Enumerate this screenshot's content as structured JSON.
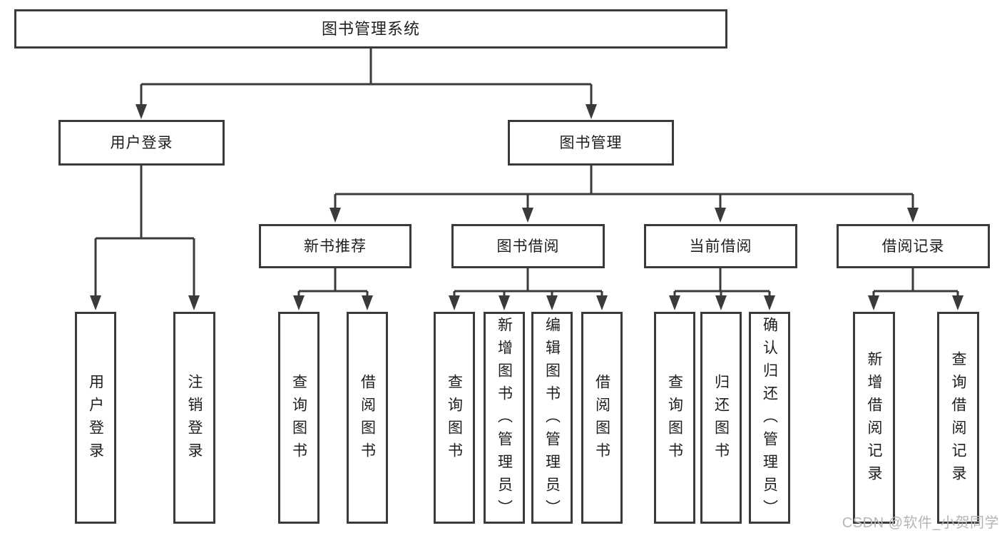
{
  "diagram": {
    "root": {
      "label": "图书管理系统"
    },
    "branches": [
      {
        "label": "用户登录",
        "children": [
          {
            "label": "用户登录"
          },
          {
            "label": "注销登录"
          }
        ]
      },
      {
        "label": "图书管理",
        "children": [
          {
            "label": "新书推荐",
            "children": [
              {
                "label": "查询图书"
              },
              {
                "label": "借阅图书"
              }
            ]
          },
          {
            "label": "图书借阅",
            "children": [
              {
                "label": "查询图书"
              },
              {
                "label": "新增图书（管理员）"
              },
              {
                "label": "编辑图书（管理员）"
              },
              {
                "label": "借阅图书"
              }
            ]
          },
          {
            "label": "当前借阅",
            "children": [
              {
                "label": "查询图书"
              },
              {
                "label": "归还图书"
              },
              {
                "label": "确认归还（管理员）"
              }
            ]
          },
          {
            "label": "借阅记录",
            "children": [
              {
                "label": "新增借阅记录"
              },
              {
                "label": "查询借阅记录"
              }
            ]
          }
        ]
      }
    ],
    "watermark": "CSDN @软件_小贺同学",
    "colors": {
      "line": "#3a3a3a",
      "box_border": "#3a3a3a",
      "text": "#1e1e1e",
      "watermark": "#b5b5b5",
      "background": "#ffffff"
    }
  }
}
